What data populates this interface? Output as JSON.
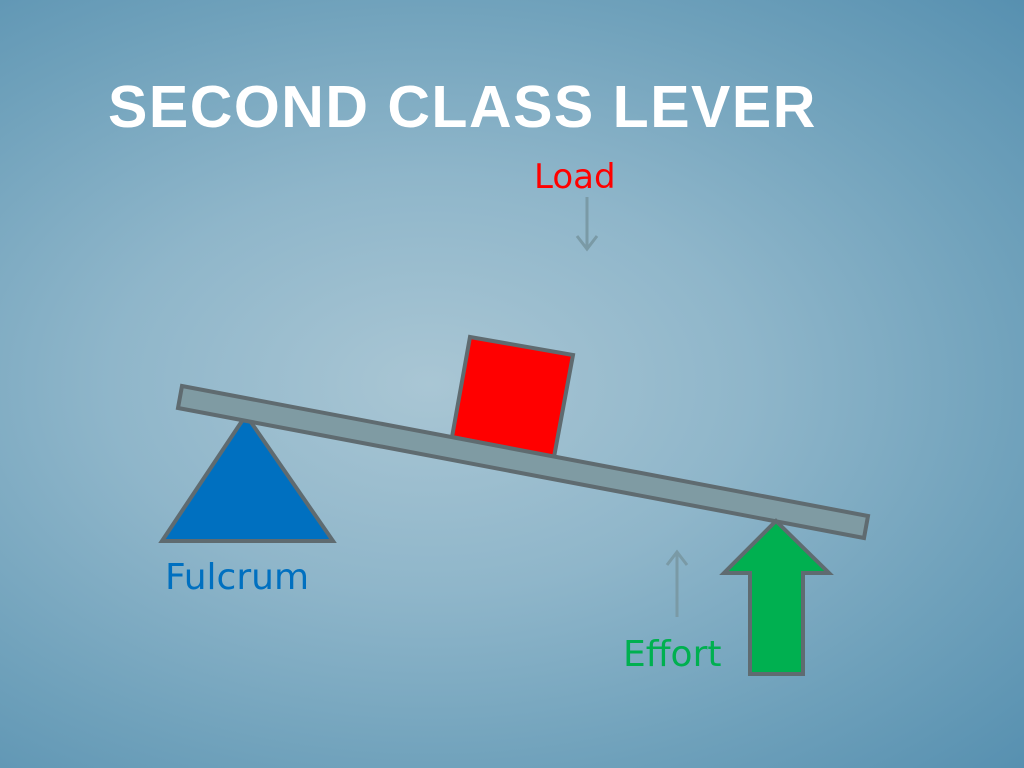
{
  "slide": {
    "title": "SECOND CLASS LEVER"
  },
  "labels": {
    "load": "Load",
    "fulcrum": "Fulcrum",
    "effort": "Effort"
  },
  "colors": {
    "load": "#ff0000",
    "fulcrum": "#0070c0",
    "effort": "#00b050",
    "lever": "#7f9ba3",
    "outline": "#5f6b70",
    "arrow": "#7a9aa6",
    "title": "#ffffff"
  },
  "icons": {
    "load_arrow": "arrow-down-icon",
    "effort_small_arrow": "arrow-up-icon",
    "effort_big_arrow": "big-arrow-up-icon"
  }
}
